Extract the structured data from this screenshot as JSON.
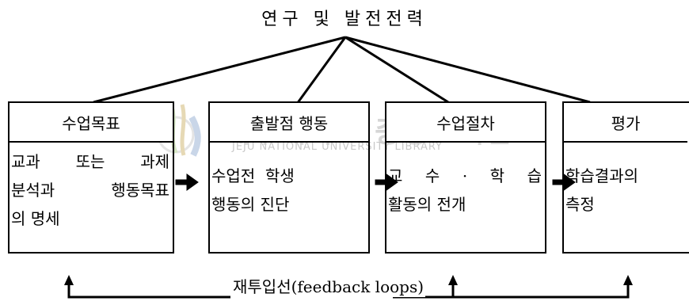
{
  "title": "연구 및 발전전력",
  "boxes": [
    {
      "header": "수업목표",
      "lines": [
        "교과 또는 과제",
        "분석과 행동목표",
        "의 명세"
      ]
    },
    {
      "header": "출발점 행동",
      "lines": [
        "수업전  학생",
        "행동의 진단"
      ]
    },
    {
      "header": "수업절차",
      "lines": [
        "교 수 · 학 습",
        "활동의 전개"
      ]
    },
    {
      "header": "평가",
      "lines": [
        "학습결과의",
        "측정"
      ]
    }
  ],
  "feedback_label": "재투입선(feedback loops)",
  "watermark": {
    "main": "제주대학교 중앙도서관",
    "sub": "JEJU NATIONAL UNIVERSITY LIBRARY"
  }
}
